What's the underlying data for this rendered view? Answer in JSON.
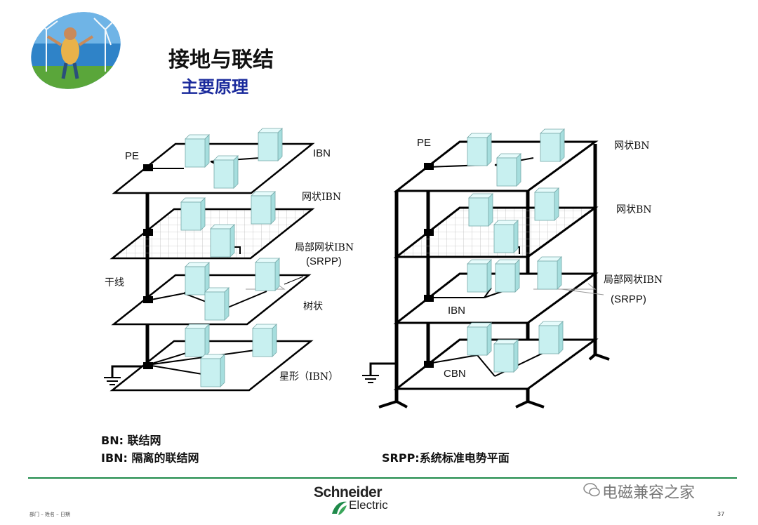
{
  "slide": {
    "title": "接地与联结",
    "subtitle": "主要原理",
    "page_number": "37",
    "footer_left": "部门 – 姓名 – 日期"
  },
  "left_diagram": {
    "pe": "PE",
    "ibn": "IBN",
    "mesh_ibn": "网状IBN",
    "local_mesh_ibn": "局部网状IBN",
    "srpp": "(SRPP)",
    "trunk": "干线",
    "tree": "树状",
    "star": "星形（IBN）"
  },
  "right_diagram": {
    "pe": "PE",
    "mesh_bn_1": "网状BN",
    "mesh_bn_2": "网状BN",
    "local_mesh_ibn": "局部网状IBN",
    "srpp": "(SRPP)",
    "ibn": "IBN",
    "cbn": "CBN"
  },
  "legend": {
    "bn": "BN: 联结网",
    "ibn": "IBN: 隔离的联结网",
    "srpp": "SRPP:系统标准电势平面"
  },
  "brand": {
    "line1": "Schneider",
    "line2": "Electric"
  },
  "watermark": "电磁兼容之家",
  "colors": {
    "accent_green": "#1f8a4a",
    "subtitle_blue": "#1a2a9c",
    "cabinet_fill": "#c8f0f0"
  }
}
